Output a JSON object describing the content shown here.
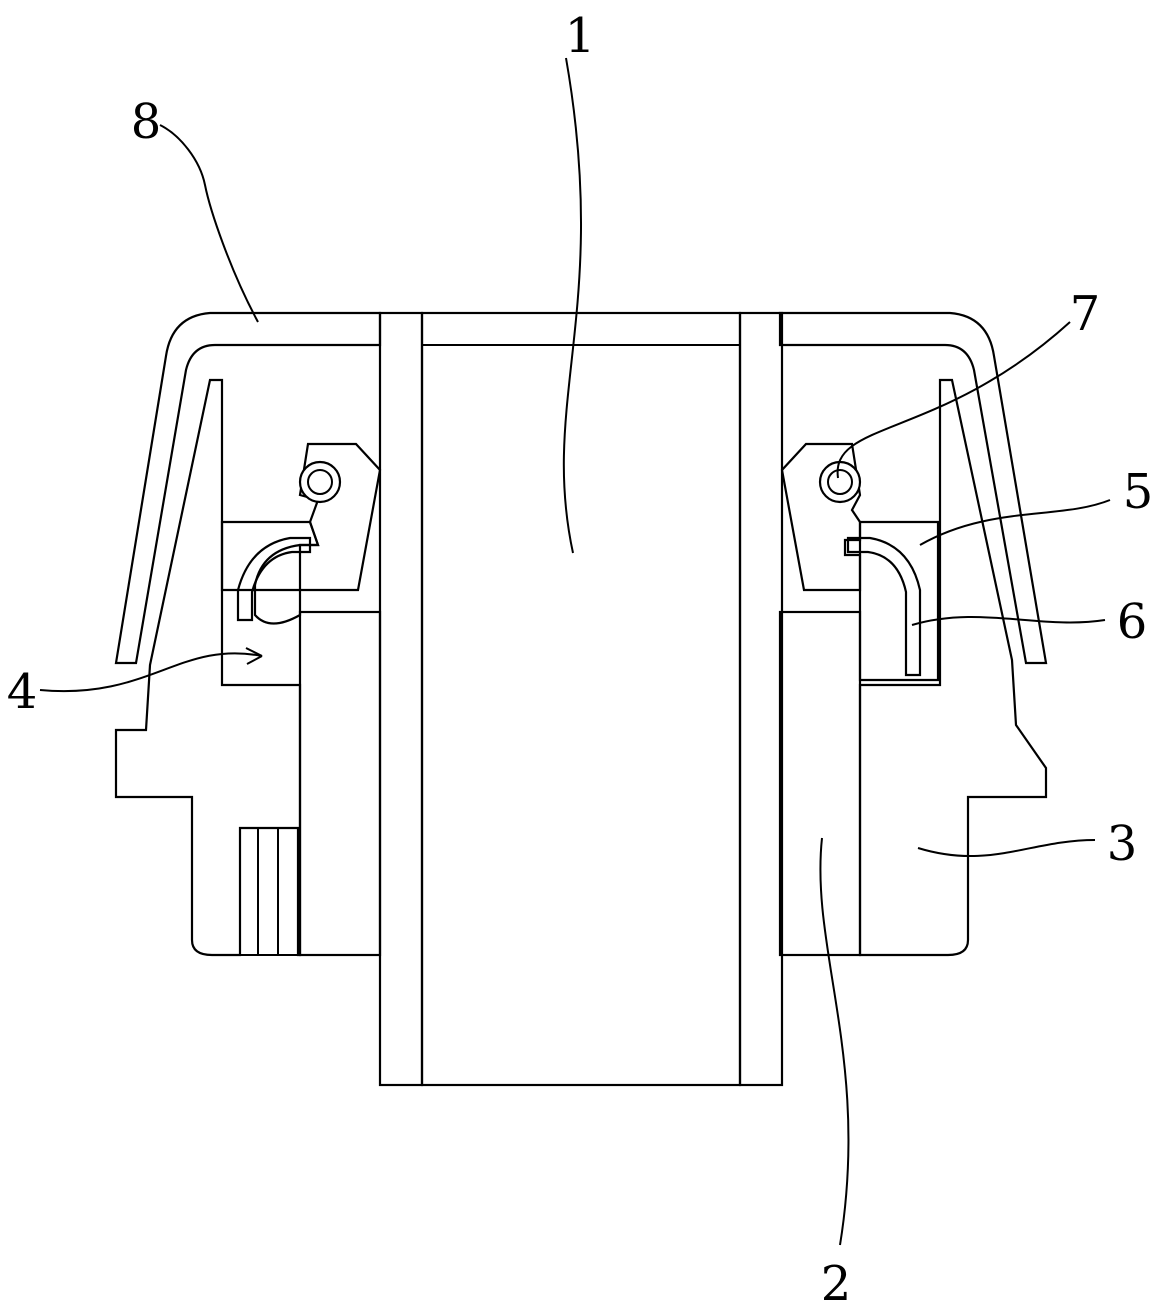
{
  "figure": {
    "labels": {
      "shaft": "1",
      "bushing": "2",
      "housing": "3",
      "grease_chamber": "4",
      "seal": "5",
      "seal_insert": "6",
      "spring": "7",
      "cover": "8"
    }
  }
}
